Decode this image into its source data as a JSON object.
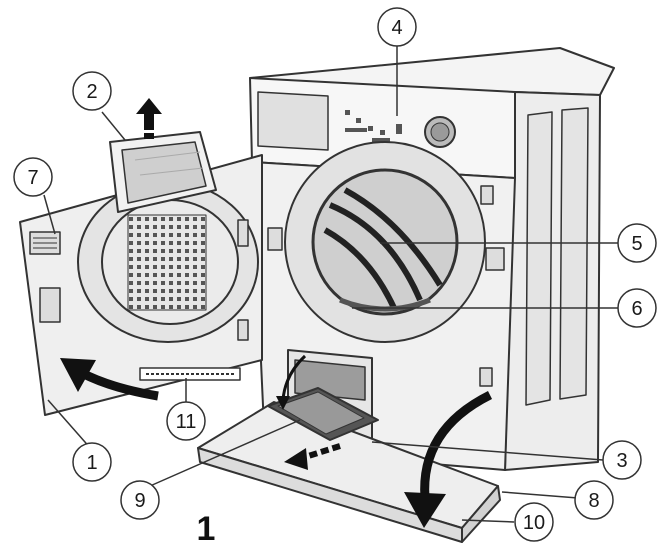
{
  "figure": {
    "number": "1",
    "callouts": [
      {
        "id": "1",
        "label": "1"
      },
      {
        "id": "2",
        "label": "2"
      },
      {
        "id": "3",
        "label": "3"
      },
      {
        "id": "4",
        "label": "4"
      },
      {
        "id": "5",
        "label": "5"
      },
      {
        "id": "6",
        "label": "6"
      },
      {
        "id": "7",
        "label": "7"
      },
      {
        "id": "8",
        "label": "8"
      },
      {
        "id": "9",
        "label": "9"
      },
      {
        "id": "10",
        "label": "10"
      },
      {
        "id": "11",
        "label": "11"
      }
    ]
  },
  "colors": {
    "outline": "#333333",
    "body": "#f2f2f2",
    "shade": "#d9d9d9",
    "dark": "#222222"
  }
}
